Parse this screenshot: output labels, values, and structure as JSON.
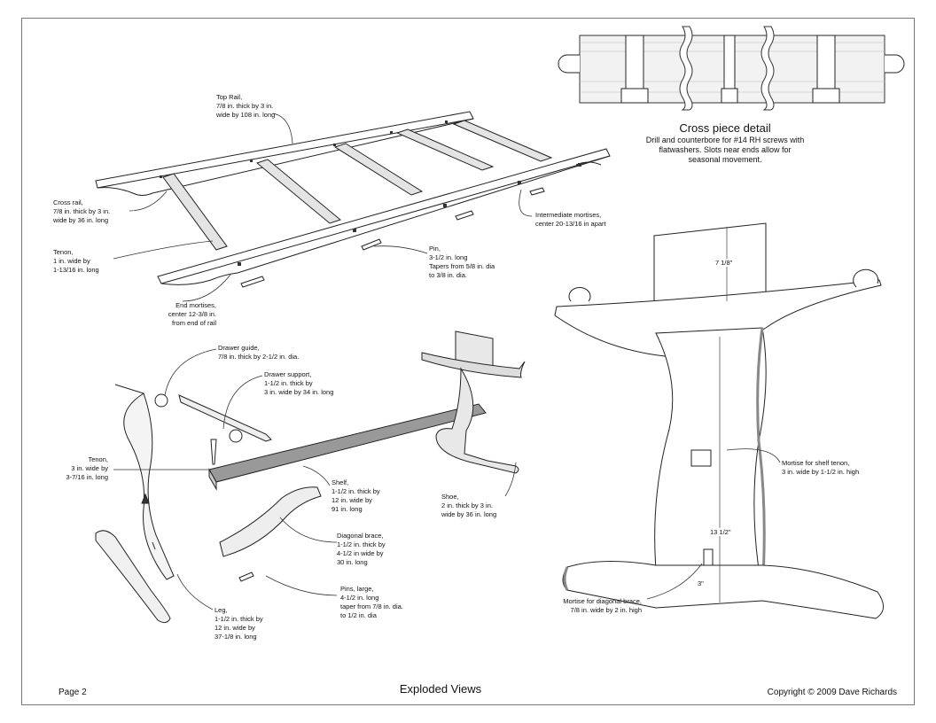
{
  "page": {
    "title": "Exploded Views",
    "page_number": "Page 2",
    "copyright": "Copyright © 2009 Dave Richards"
  },
  "cross_piece": {
    "title": "Cross piece detail",
    "note": "Drill and counterbore for #14 RH screws with\nflatwashers. Slots near ends allow for\nseasonal movement."
  },
  "labels": {
    "top_rail": "Top Rail,\n7/8 in. thick by 3 in.\nwide by 108 in. long",
    "cross_rail": "Cross rail,\n7/8 in. thick by 3 in.\nwide by 36 in. long",
    "tenon_rail": "Tenon,\n1 in. wide by\n1-13/16 in. long",
    "end_mortises": "End mortises,\ncenter 12-3/8 in.\nfrom end of rail",
    "pin_small": "Pin,\n3-1/2 in. long\nTapers from 5/8 in. dia\nto 3/8 in. dia.",
    "intermediate_mortises": "Intermediate mortises,\ncenter 20-13/16 in apart",
    "drawer_guide": "Drawer guide,\n7/8 in. thick by 2-1/2 in. dia.",
    "drawer_support": "Drawer support,\n1-1/2 in. thick by\n3 in. wide by 34 in. long",
    "tenon_leg": "Tenon,\n3 in. wide by\n3-7/16 in. long",
    "shelf": "Shelf,\n1-1/2 in. thick by\n12 in. wide by\n91 in. long",
    "shoe": "Shoe,\n2 in. thick by 3 in.\nwide by 36 in. long",
    "diagonal_brace": "Diagonal brace,\n1-1/2 in. thick by\n4-1/2 in wide by\n30 in. long",
    "pins_large": "Pins, large,\n4-1/2 in. long\ntaper from 7/8 in. dia.\nto 1/2 in. dia",
    "leg": "Leg,\n1-1/2 in. thick by\n12 in. wide by\n37-1/8 in. long",
    "mortise_shelf": "Mortise for shelf tenon,\n3 in. wide by 1-1/2 in. high",
    "mortise_brace": "Mortise for diagonal brace,\n7/8 in. wide by 2 in. high"
  },
  "dimensions": {
    "width_top": "7 1/8\"",
    "height_mid": "13 1/2\"",
    "offset_bottom": "3\""
  }
}
